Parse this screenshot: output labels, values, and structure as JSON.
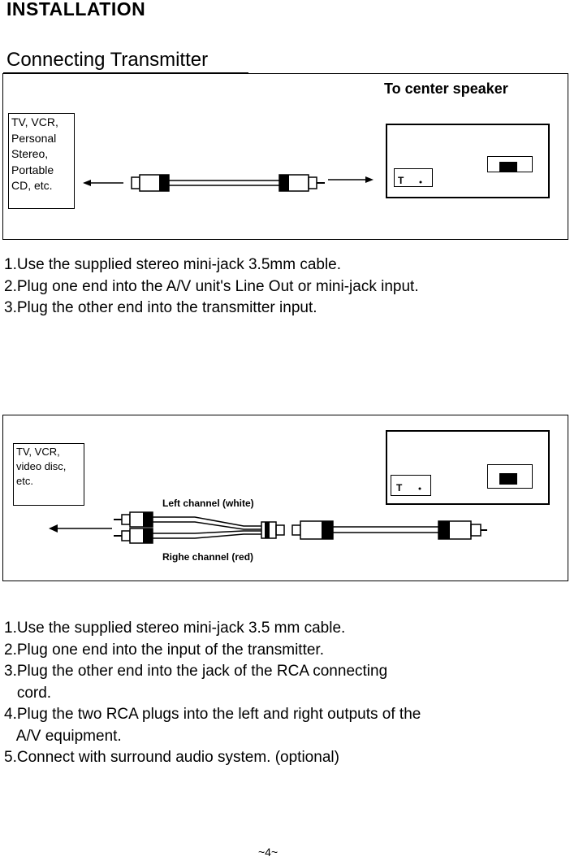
{
  "header": {
    "title": "INSTALLATION"
  },
  "section1": {
    "heading": "Connecting Transmitter",
    "diagram": {
      "source_label": "TV, VCR,\nPersonal\nStereo,\nPortable\nCD, etc.",
      "destination_label": "To center speaker"
    },
    "steps": [
      "1.Use the supplied stereo mini-jack 3.5mm cable.",
      "2.Plug one end into the A/V unit's Line Out or mini-jack input.",
      "3.Plug the other end into the transmitter input."
    ]
  },
  "section2": {
    "diagram": {
      "source_label": "TV, VCR,\nvideo disc,\netc.",
      "left_channel_label": "Left channel (white)",
      "right_channel_label": "Righe channel (red)"
    },
    "steps": [
      "1.Use the supplied stereo mini-jack 3.5 mm cable.",
      "2.Plug one end into the input of the transmitter.",
      "3.Plug the other end into the jack of the RCA connecting",
      "   cord.",
      "4.Plug the two RCA plugs into the left and right outputs of the",
      "   A/V equipment.",
      "5.Connect with surround audio system. (optional)"
    ]
  },
  "footer": {
    "page_number": "~4~"
  }
}
